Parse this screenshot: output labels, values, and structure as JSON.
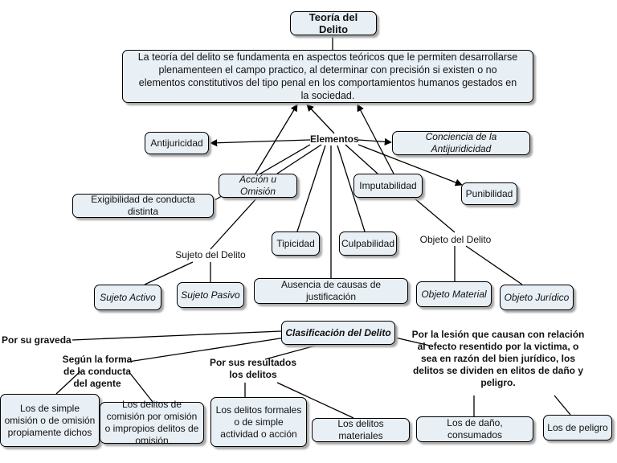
{
  "title": "Teoría del Delito",
  "intro": "La teoría del delito se fundamenta en aspectos teóricos que le permiten desarrollarse plenamenteen el campo practico, al determinar con precisión si existen o no elementos constitutivos del tipo penal en los comportamientos humanos gestados en la sociedad.",
  "elementos": {
    "label": "Elementos",
    "antijuricidad": "Antijuricidad",
    "conciencia": "Conciencia de la Antijuridicidad",
    "accion": "Acción u Omisión",
    "imputabilidad": "Imputabilidad",
    "punibilidad": "Punibilidad",
    "exigibilidad": "Exigibilidad de conducta distinta",
    "tipicidad": "Tipicidad",
    "culpabilidad": "Culpabilidad",
    "ausencia": "Ausencia de causas de justificación"
  },
  "sujeto": {
    "label": "Sujeto del Delito",
    "activo": "Sujeto Activo",
    "pasivo": "Sujeto Pasivo"
  },
  "objeto": {
    "label": "Objeto del Delito",
    "material": "Objeto Material",
    "juridico": "Objeto Jurídico"
  },
  "clasificacion": {
    "label": "Clasificación del Delito",
    "gravedad": "Por su graveda",
    "forma": "Según la forma de la conducta del agente",
    "resultados": "Por sus resultados los delitos",
    "lesion": "Por la lesión que causan con relación al efecto resentido por la victima, o sea en razón del bien jurídico, los delitos se dividen en elitos de daño y peligro.",
    "simple_omision": "Los de simple omisión o de omisión propiamente dichos",
    "comision_omision": "Los delitos de comisión por omisión o impropios delitos de omisión",
    "formales": "Los delitos formales o de simple actividad o acción",
    "materiales": "Los delitos materiales",
    "dano": "Los de daño, consumados",
    "peligro": "Los de peligro"
  }
}
